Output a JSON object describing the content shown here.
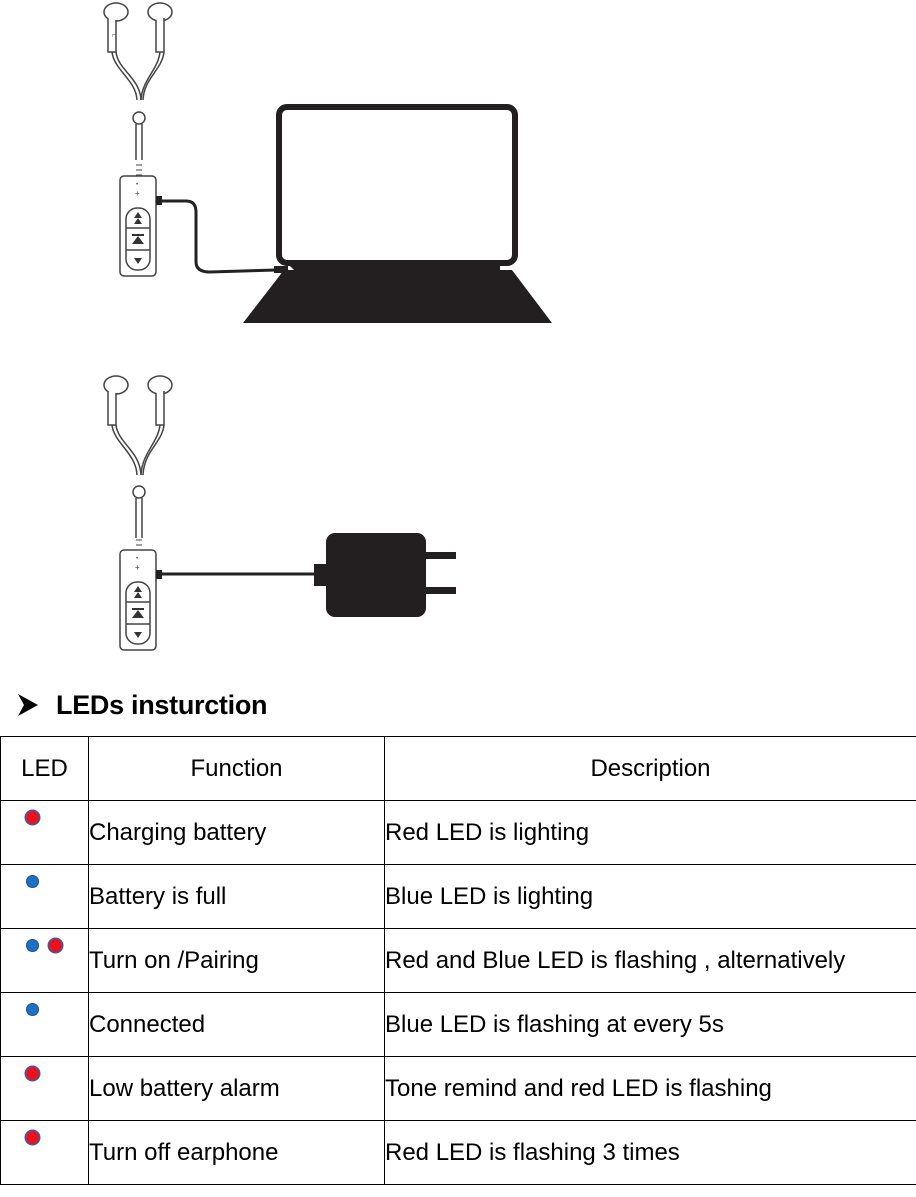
{
  "heading": {
    "title": "LEDs insturction",
    "bullet_icon": "arrowhead-bullet-icon"
  },
  "table": {
    "headers": [
      "LED",
      "Function",
      "Description"
    ],
    "rows": [
      {
        "leds": [
          "red"
        ],
        "function": "Charging battery",
        "description": "Red LED is lighting"
      },
      {
        "leds": [
          "blue"
        ],
        "function": "Battery is full",
        "description": "Blue LED is lighting"
      },
      {
        "leds": [
          "blue",
          "red"
        ],
        "function": "Turn on /Pairing",
        "description": "Red and Blue LED is flashing , alternatively"
      },
      {
        "leds": [
          "blue"
        ],
        "function": "Connected",
        "description": "Blue LED is flashing at every 5s"
      },
      {
        "leds": [
          "red"
        ],
        "function": "Low battery alarm",
        "description": "Tone remind and red LED is flashing"
      },
      {
        "leds": [
          "red"
        ],
        "function": "Turn off earphone",
        "description": "Red LED is flashing 3 times"
      }
    ]
  },
  "colors": {
    "led_red": "#e8141c",
    "led_blue": "#1f6fc5",
    "device_fill": "#231f20"
  },
  "illustrations": [
    "earphones-connected-to-laptop",
    "earphones-connected-to-wall-charger"
  ]
}
